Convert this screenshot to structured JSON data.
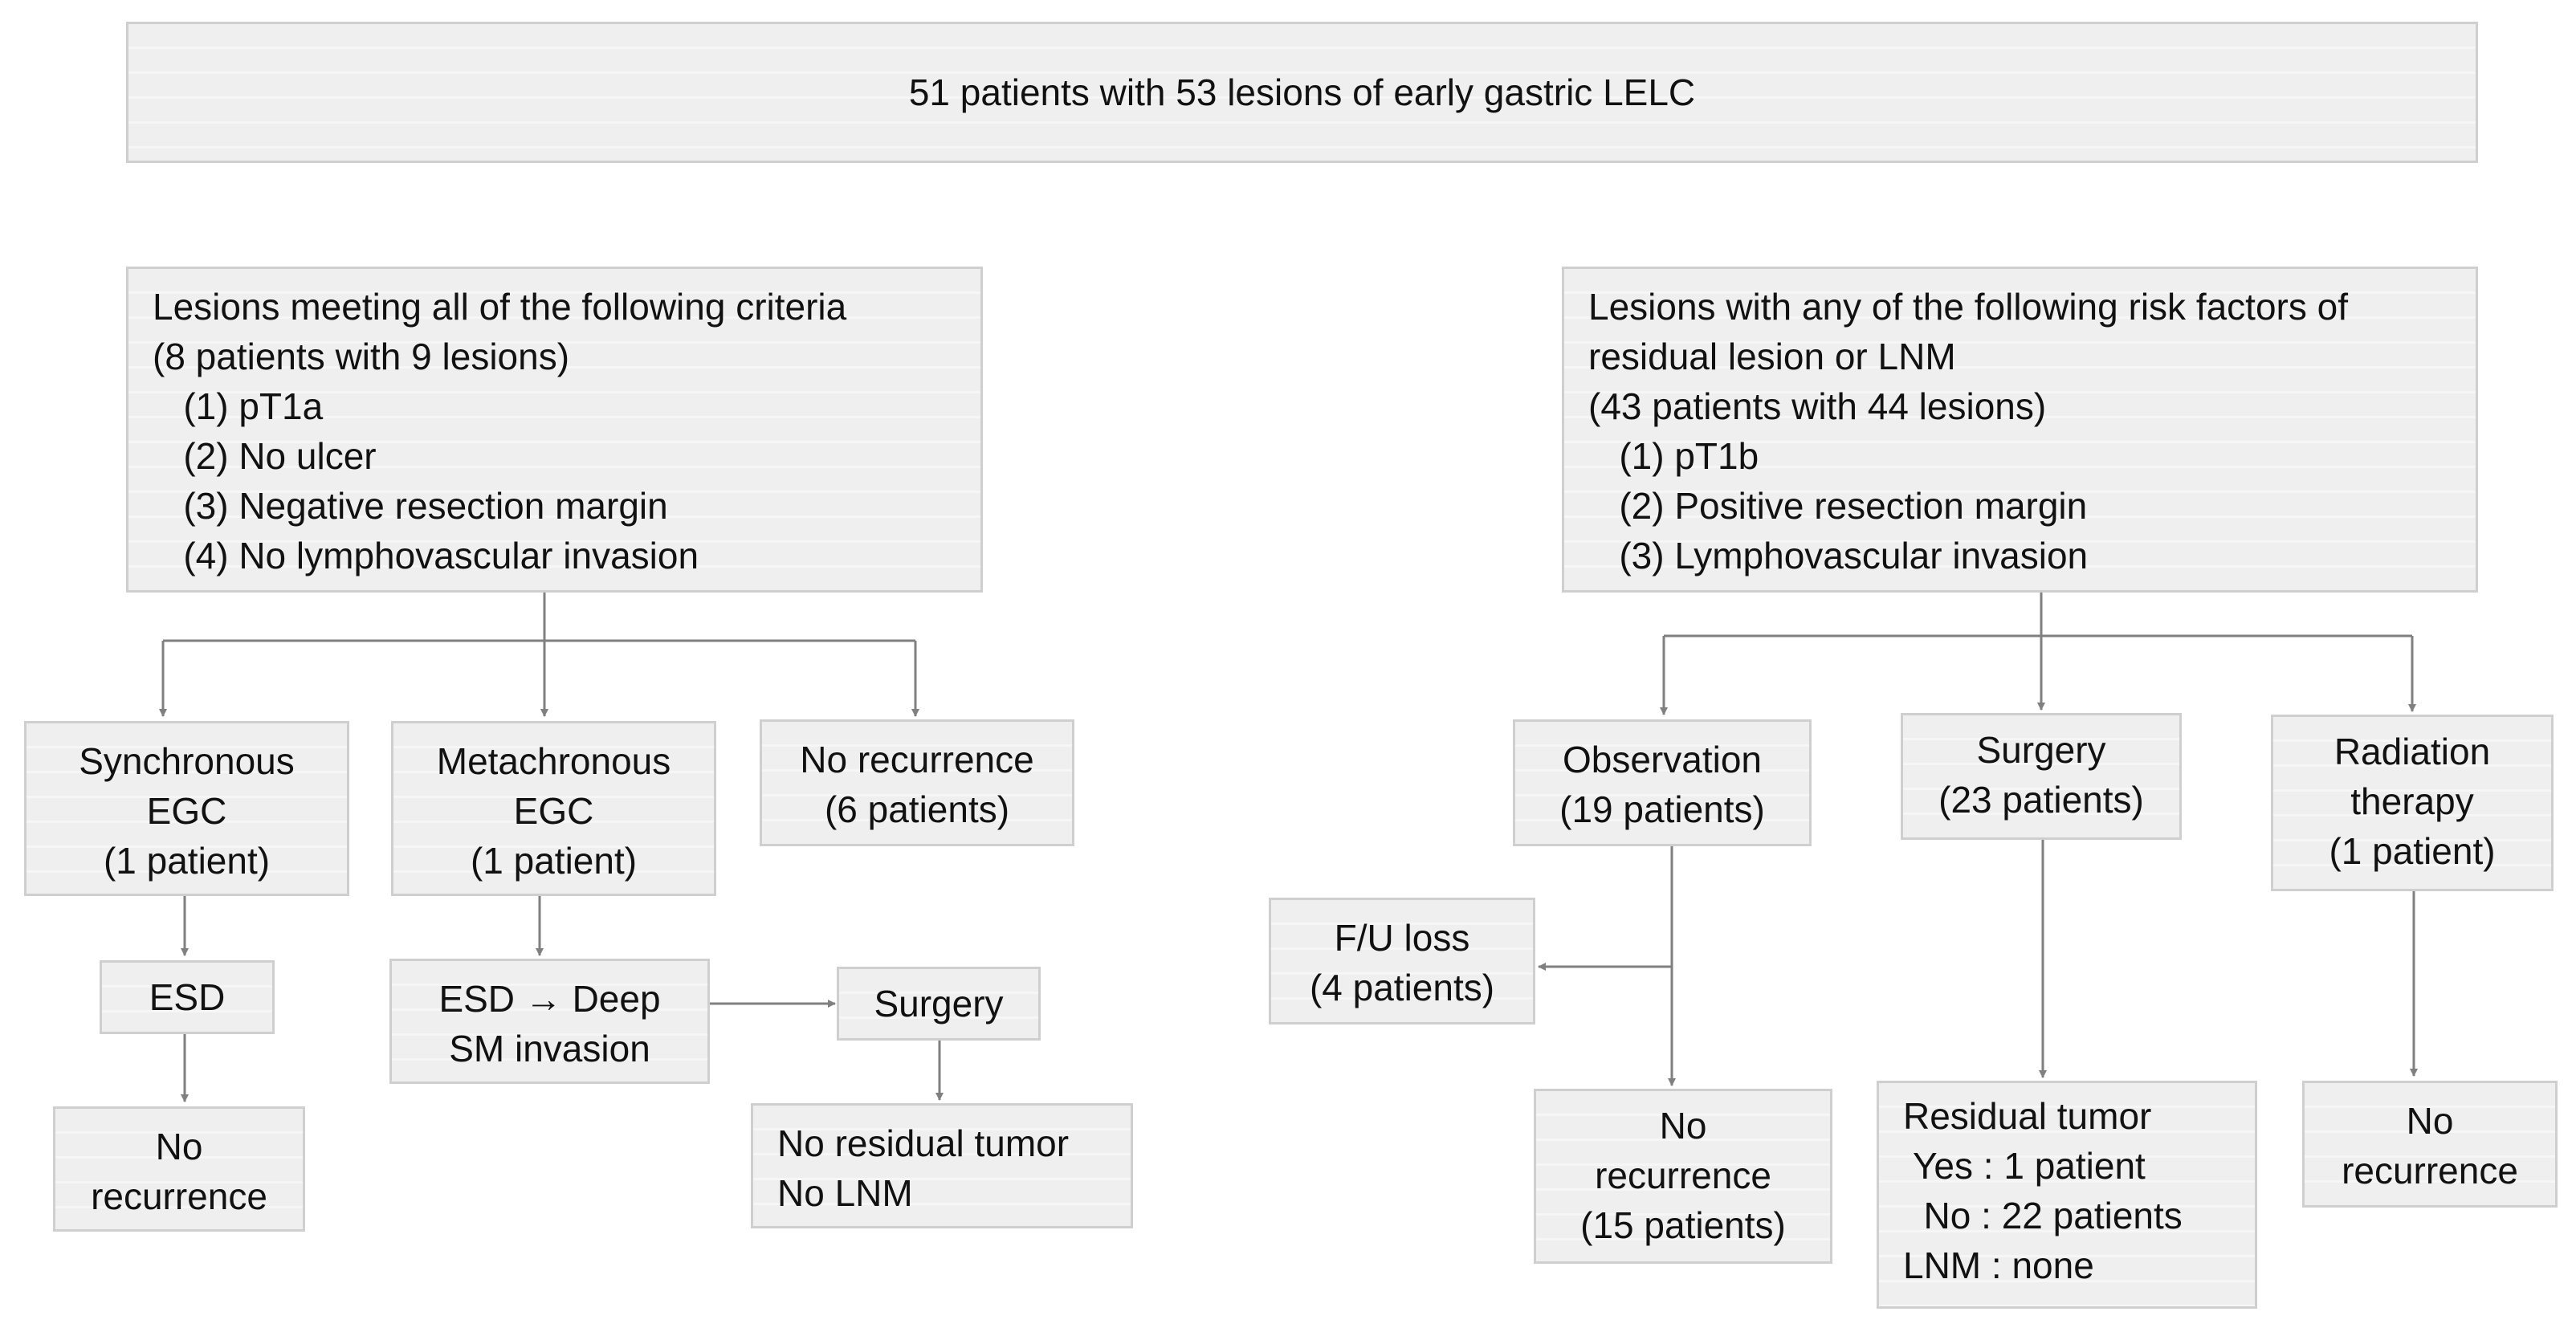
{
  "colors": {
    "box_fill": "#efefef",
    "box_border": "#cfcfcf",
    "arrow": "#808080"
  },
  "top": {
    "title": "51 patients with 53 lesions of early gastric LELC"
  },
  "left_criteria": {
    "lines": [
      "Lesions meeting all of the following criteria",
      "(8 patients with 9 lesions)",
      "   (1) pT1a",
      "   (2) No ulcer",
      "   (3) Negative resection margin",
      "   (4) No lymphovascular invasion"
    ]
  },
  "right_criteria": {
    "lines": [
      "Lesions with any of the following risk factors of",
      "residual lesion or LNM",
      "(43 patients with 44 lesions)",
      "   (1) pT1b",
      "   (2) Positive resection margin",
      "   (3) Lymphovascular invasion"
    ]
  },
  "synchronous": {
    "lines": [
      "Synchronous",
      "EGC",
      "(1 patient)"
    ]
  },
  "metachronous": {
    "lines": [
      "Metachronous",
      "EGC",
      "(1 patient)"
    ]
  },
  "no_recurrence_6": {
    "lines": [
      "No recurrence",
      "(6 patients)"
    ]
  },
  "esd": {
    "lines": [
      "ESD"
    ]
  },
  "no_recurrence_left": {
    "lines": [
      "No",
      "recurrence"
    ]
  },
  "esd_deep": {
    "lines": [
      "ESD → Deep",
      "SM invasion"
    ]
  },
  "surgery_left": {
    "lines": [
      "Surgery"
    ]
  },
  "no_residual": {
    "lines": [
      "No residual tumor",
      "No LNM"
    ]
  },
  "observation": {
    "lines": [
      "Observation",
      "(19 patients)"
    ]
  },
  "surgery_right": {
    "lines": [
      "Surgery",
      "(23 patients)"
    ]
  },
  "radiation": {
    "lines": [
      "Radiation",
      "therapy",
      "(1 patient)"
    ]
  },
  "fu_loss": {
    "lines": [
      "F/U loss",
      "(4 patients)"
    ]
  },
  "no_recurrence_15": {
    "lines": [
      "No",
      "recurrence",
      "(15 patients)"
    ]
  },
  "residual_tumor": {
    "lines": [
      "Residual tumor",
      " Yes : 1 patient",
      "  No : 22 patients",
      "LNM : none"
    ]
  },
  "no_recurrence_right": {
    "lines": [
      "No",
      "recurrence"
    ]
  }
}
